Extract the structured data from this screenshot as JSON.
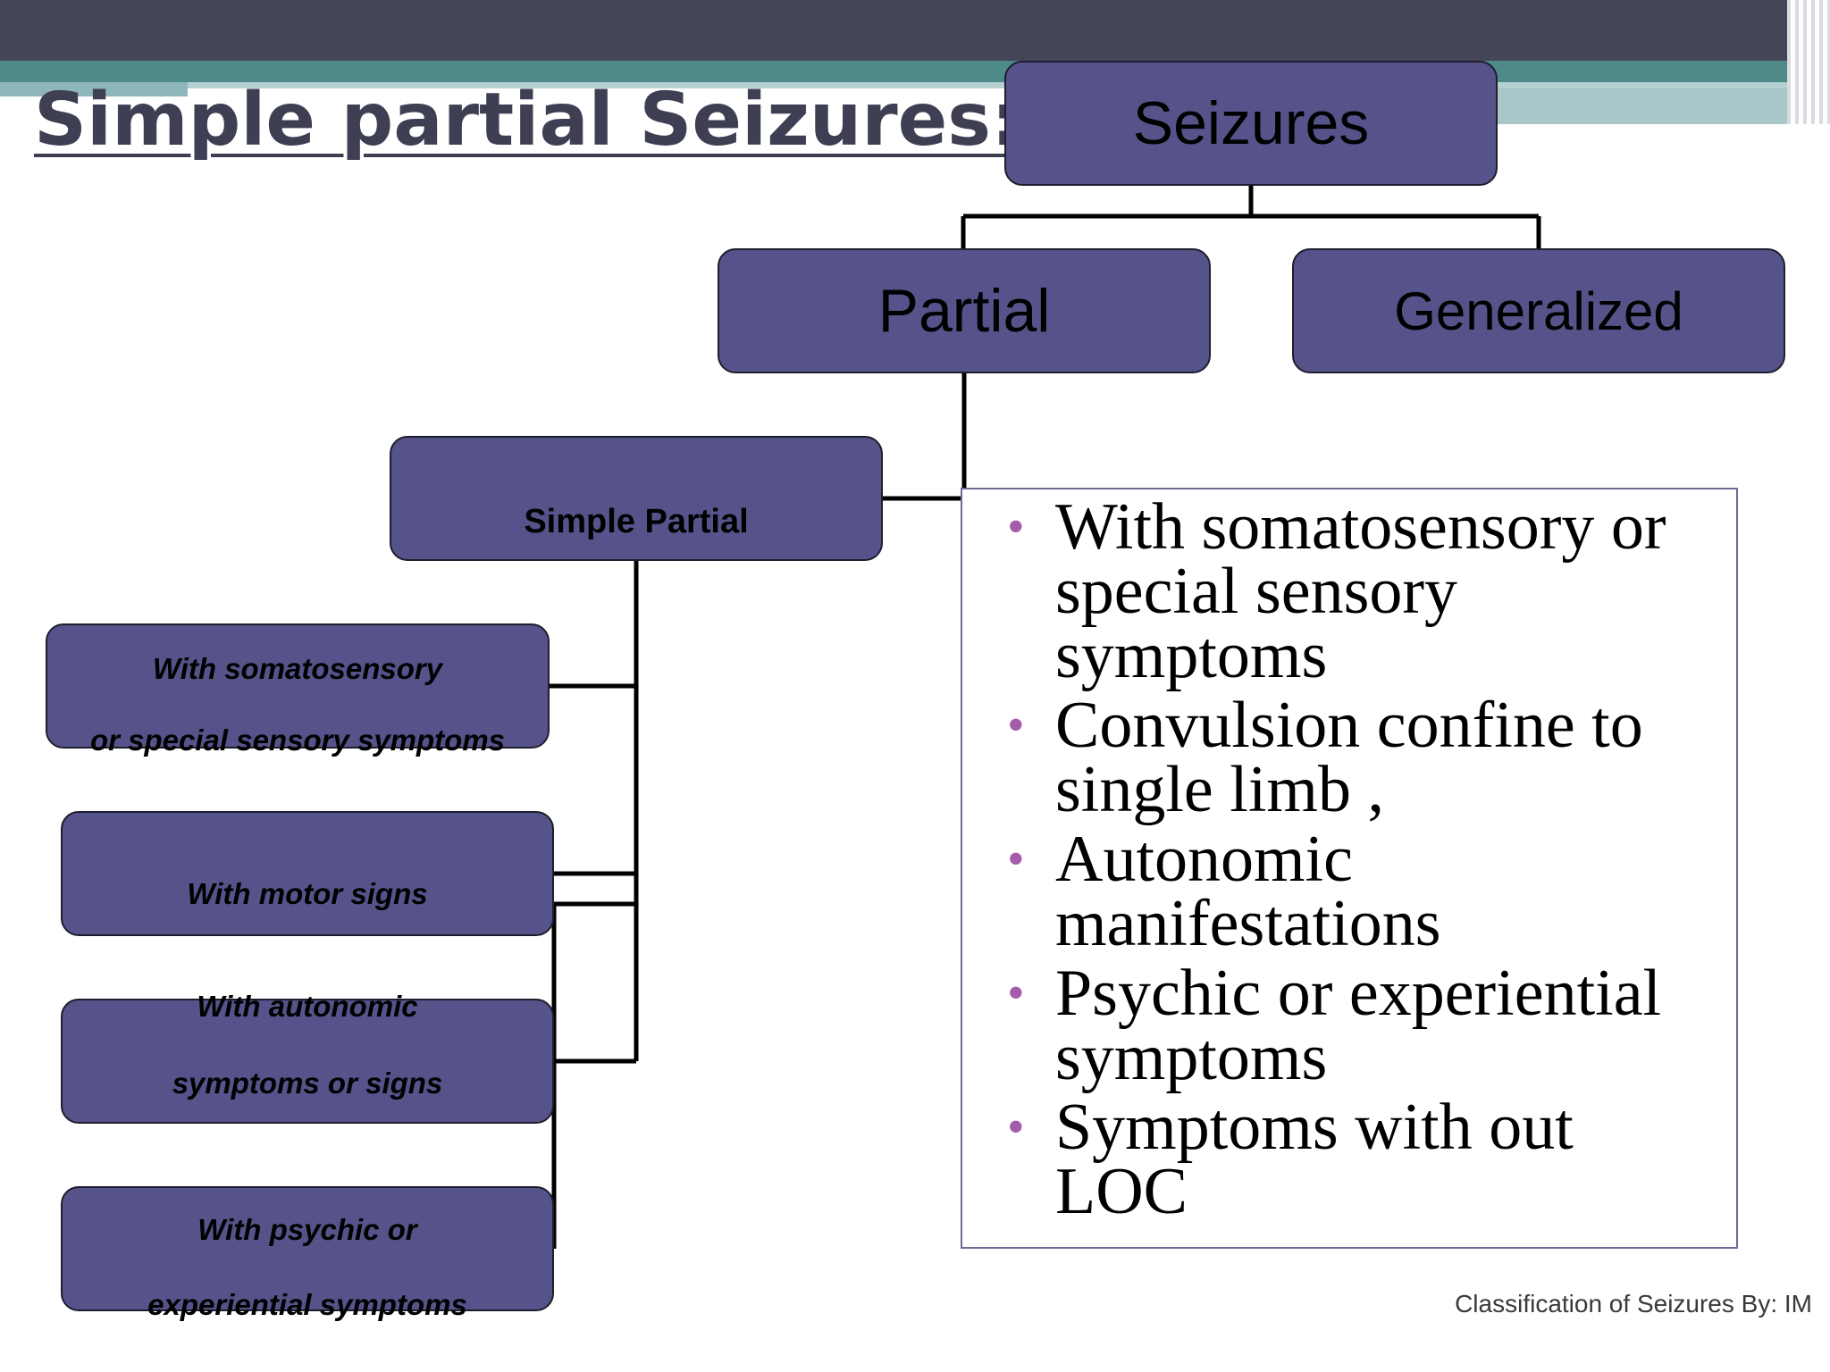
{
  "slide": {
    "title": "Simple partial Seizures:-",
    "footer": "Classification of Seizures By: IM"
  },
  "diagram": {
    "root": "Seizures",
    "level1": [
      "Partial",
      "Generalized"
    ],
    "level2": "Simple Partial",
    "subtypes": [
      {
        "line1": "With somatosensory",
        "line2": "or special sensory symptoms"
      },
      {
        "line1": "With motor signs"
      },
      {
        "line1": "With autonomic",
        "line2": "symptoms or signs"
      },
      {
        "line1": "With psychic or",
        "line2": "experiential symptoms"
      }
    ]
  },
  "bullets": [
    "With somatosensory or special sensory symptoms",
    "Convulsion confine to single limb ,",
    "Autonomic manifestations",
    "Psychic or experiential symptoms",
    "Symptoms with out LOC"
  ],
  "colors": {
    "node_fill": "#55538a",
    "title_text": "#3f3f54",
    "bullet_marker": "#a55cab",
    "header_bar": "#45455a",
    "header_stripe": "#4e8a8a"
  }
}
